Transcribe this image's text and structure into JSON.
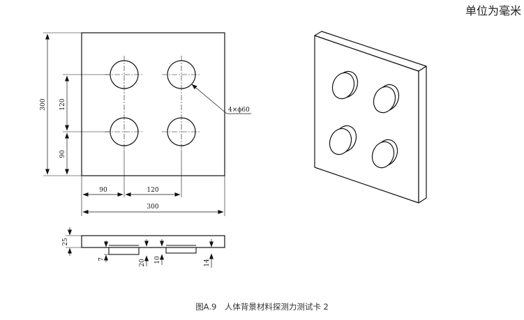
{
  "unit_label": "单位为毫米",
  "dimensions": {
    "height_total": "300",
    "height_spacing": "120",
    "height_offset": "90",
    "width_offset": "90",
    "width_spacing": "120",
    "width_total": "300",
    "hole_callout": "4×ϕ60",
    "thickness": "25",
    "d7": "7",
    "d20": "20",
    "d10": "10",
    "d14": "14"
  },
  "caption": "图A.9　人体背景材料探测力测试卡 2"
}
